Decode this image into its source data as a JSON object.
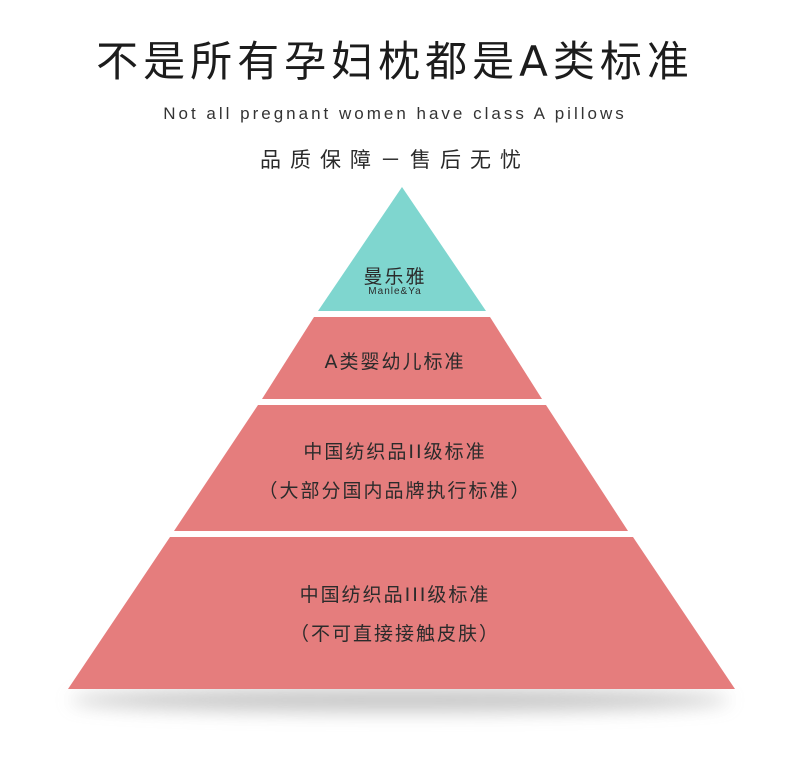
{
  "header": {
    "title": "不是所有孕妇枕都是A类标准",
    "subtitle_en": "Not all pregnant women have class A pillows",
    "subtitle_cn": "品质保障－售后无忧"
  },
  "pyramid": {
    "colors": {
      "top": "#7fd6cf",
      "tiers": "#e57d7d",
      "shadow": "#9a9a9a"
    },
    "tier1": {
      "name": "曼乐雅",
      "name_en": "Manle&Ya"
    },
    "tier2": {
      "line1": "A类婴幼儿标准"
    },
    "tier3": {
      "line1": "中国纺织品II级标准",
      "line2": "（大部分国内品牌执行标准）"
    },
    "tier4": {
      "line1": "中国纺织品III级标准",
      "line2": "（不可直接接触皮肤）"
    }
  }
}
